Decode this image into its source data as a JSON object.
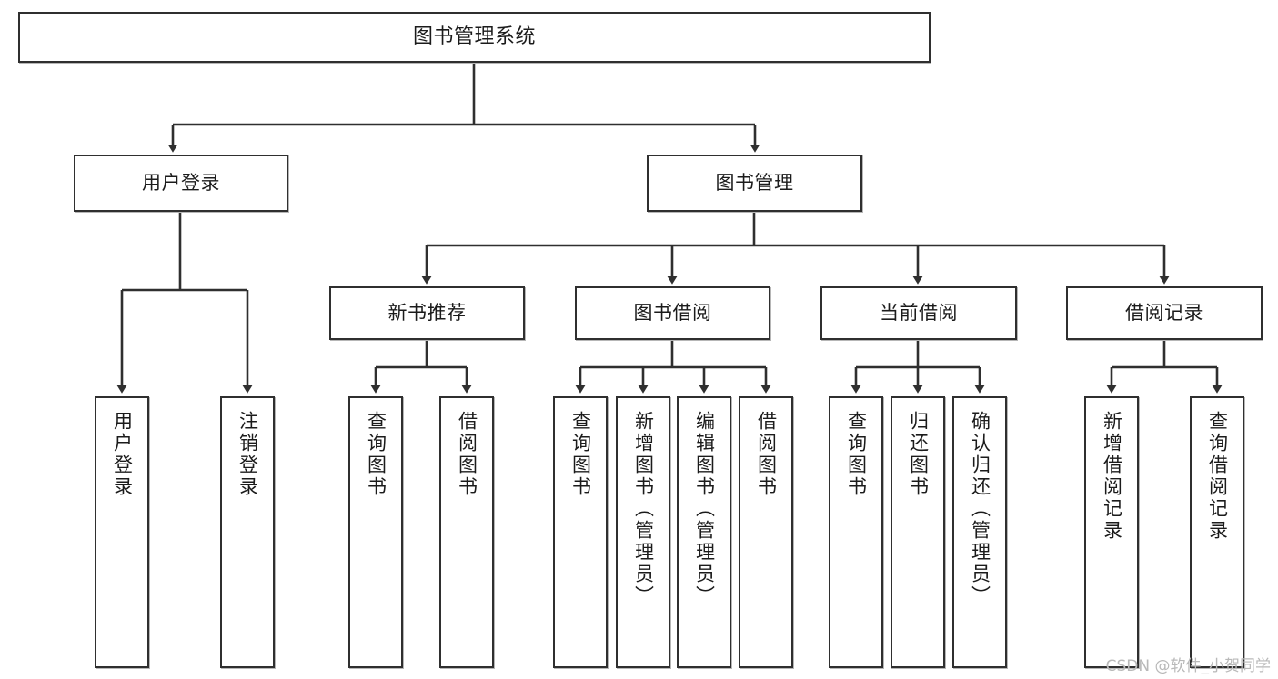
{
  "diagram": {
    "title": "图书管理系统",
    "type": "tree-hierarchy-diagram",
    "edge_color": "#2f2f2f",
    "node_border_color": "#2f2f2f",
    "node_fill_color": "#ffffff",
    "text_color": "#1b1b1b",
    "levels": 4
  },
  "nodes": {
    "root": {
      "label": "图书管理系统"
    },
    "level2": [
      {
        "id": "user-login",
        "label": "用户登录"
      },
      {
        "id": "book-manage",
        "label": "图书管理"
      }
    ],
    "level3": [
      {
        "id": "new-book-recommend",
        "label": "新书推荐"
      },
      {
        "id": "book-borrow",
        "label": "图书借阅"
      },
      {
        "id": "current-borrow",
        "label": "当前借阅"
      },
      {
        "id": "borrow-record",
        "label": "借阅记录"
      }
    ],
    "leaves": [
      {
        "id": "leaf-user-login",
        "label": "用户登录",
        "parent": "user-login"
      },
      {
        "id": "leaf-logout",
        "label": "注销登录",
        "parent": "user-login"
      },
      {
        "id": "leaf-query-book-1",
        "label": "查询图书",
        "parent": "new-book-recommend"
      },
      {
        "id": "leaf-borrow-book-1",
        "label": "借阅图书",
        "parent": "new-book-recommend"
      },
      {
        "id": "leaf-query-book-2",
        "label": "查询图书",
        "parent": "book-borrow"
      },
      {
        "id": "leaf-add-book",
        "label": "新增图书（管理员）",
        "parent": "book-borrow"
      },
      {
        "id": "leaf-edit-book",
        "label": "编辑图书（管理员）",
        "parent": "book-borrow"
      },
      {
        "id": "leaf-borrow-book-2",
        "label": "借阅图书",
        "parent": "book-borrow"
      },
      {
        "id": "leaf-query-book-3",
        "label": "查询图书",
        "parent": "current-borrow"
      },
      {
        "id": "leaf-return-book",
        "label": "归还图书",
        "parent": "current-borrow"
      },
      {
        "id": "leaf-confirm-return",
        "label": "确认归还（管理员）",
        "parent": "current-borrow"
      },
      {
        "id": "leaf-add-record",
        "label": "新增借阅记录",
        "parent": "borrow-record"
      },
      {
        "id": "leaf-query-record",
        "label": "查询借阅记录",
        "parent": "borrow-record"
      }
    ]
  },
  "watermark": {
    "text": "CSDN @软件_小贺同学"
  }
}
